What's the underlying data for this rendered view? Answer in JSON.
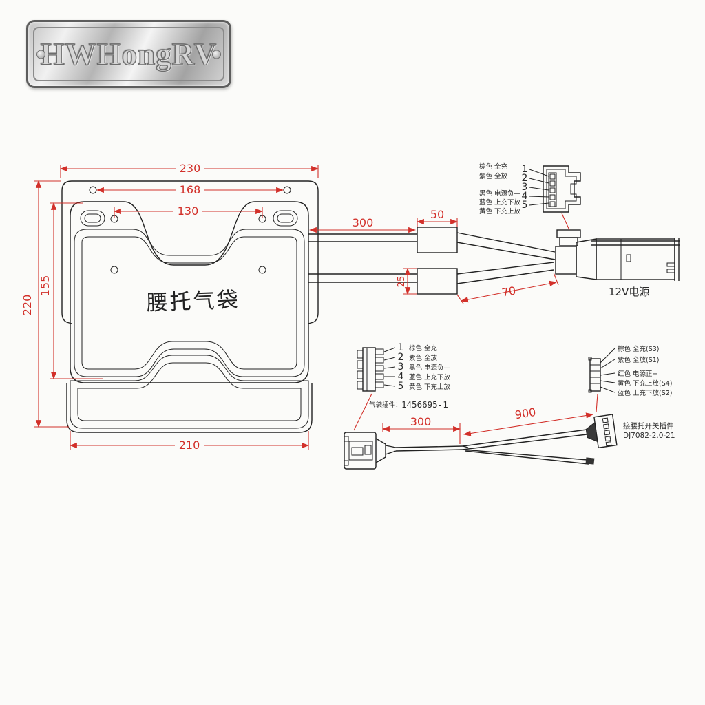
{
  "logo": {
    "text": "HWHongRV"
  },
  "colors": {
    "dimension_red": "#d2302a",
    "line_black": "#222222",
    "background": "#fbfbf9"
  },
  "airbag": {
    "label": "腰托气袋",
    "dimensions": {
      "outer_width": "230",
      "top_holes_span": "168",
      "mid_holes_span": "130",
      "inner_height": "155",
      "outer_height": "220",
      "bottom_width": "210"
    }
  },
  "pneumatics": {
    "dimensions": {
      "tube1_length": "300",
      "block_width": "50",
      "block_height": "25",
      "tube2_exit": "70"
    },
    "pump_power_label": "12V电源"
  },
  "power_connector": {
    "pins": [
      "1",
      "2",
      "3",
      "4",
      "5"
    ],
    "wire_labels": [
      "棕色 全充",
      "紫色 全放",
      "黑色 电源负—",
      "蓝色 上充下放",
      "黄色 下充上放"
    ]
  },
  "harness_connector": {
    "pins": [
      "1",
      "2",
      "3",
      "4",
      "5"
    ],
    "wire_labels": [
      "棕色 全充",
      "紫色 全放",
      "黑色 电源负—",
      "蓝色 上充下放",
      "黄色 下充上放"
    ],
    "note_label": "气袋插件：",
    "note_value": "1456695-1"
  },
  "switch_harness": {
    "dimensions": {
      "lead_length": "300",
      "branch_length": "900"
    },
    "wire_labels": [
      "棕色 全充(S3)",
      "紫色 全放(S1)",
      "红色 电源正+",
      "黄色 下充上放(S4)",
      "蓝色 上充下放(S2)"
    ],
    "note_line1": "接腰托开关插件",
    "note_line2": "DJ7082-2.0-21"
  }
}
